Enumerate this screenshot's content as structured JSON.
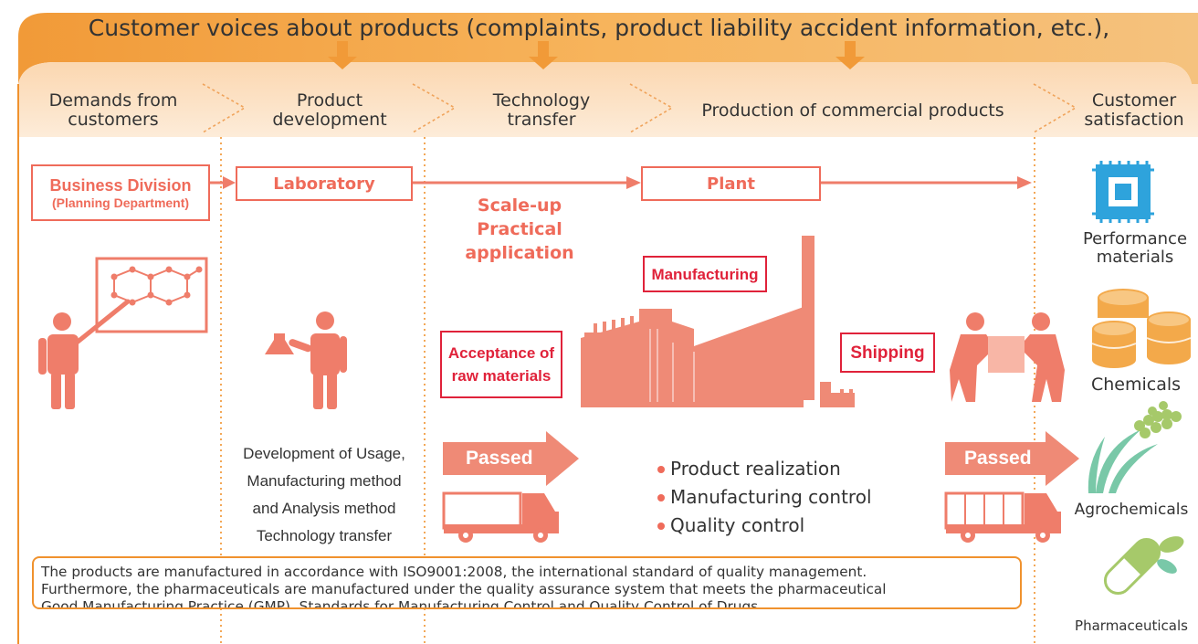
{
  "banner": {
    "text": "Customer voices about products (complaints, product liability accident information, etc.),"
  },
  "phases": [
    "Demands from customers",
    "Product development",
    "Technology transfer",
    "Production of commercial products",
    "Customer satisfaction"
  ],
  "phase_lines": {
    "p0": [
      "Demands from",
      "customers"
    ],
    "p1": [
      "Product",
      "development"
    ],
    "p2": [
      "Technology",
      "transfer"
    ],
    "p3": [
      "Production of commercial products"
    ],
    "p4": [
      "Customer",
      "satisfaction"
    ]
  },
  "flow": {
    "business_division": "Business Division",
    "planning_department": "(Planning Department)",
    "laboratory": "Laboratory",
    "plant": "Plant",
    "scaleup": [
      "Scale-up",
      "Practical",
      "application"
    ]
  },
  "process": {
    "manufacturing": "Manufacturing",
    "acceptance": [
      "Acceptance of",
      "raw materials"
    ],
    "shipping": "Shipping"
  },
  "development_text": [
    "Development of Usage,",
    "Manufacturing method",
    "and Analysis method",
    "Technology transfer"
  ],
  "passed_label": "Passed",
  "bullets": [
    "Product realization",
    "Manufacturing control",
    "Quality control"
  ],
  "notice": [
    "The products are manufactured in accordance with ISO9001:2008, the international standard of quality management.",
    "Furthermore, the pharmaceuticals are manufactured under the quality assurance system that meets the pharmaceutical",
    "Good Manufacturing Practice (GMP), Standards for Manufacturing Control and Quality Control of Drugs."
  ],
  "products": {
    "performance": [
      "Performance",
      "materials"
    ],
    "chemicals": "Chemicals",
    "agrochemicals": "Agrochemicals",
    "pharmaceuticals": "Pharmaceuticals"
  },
  "colors": {
    "orange_dark": "#f0922e",
    "orange_light": "#fde9d2",
    "salmon": "#ef7d6a",
    "crimson": "#e0223a",
    "blue": "#2ea3dc",
    "gold": "#f3a94a",
    "green": "#79c8a8",
    "lime": "#a6c96a"
  },
  "icons": [
    "presenter-icon",
    "scientist-icon",
    "factory-icon",
    "delivery-workers-icon",
    "truck-icon",
    "chip-icon",
    "barrels-icon",
    "grain-plant-icon",
    "capsule-icon"
  ]
}
